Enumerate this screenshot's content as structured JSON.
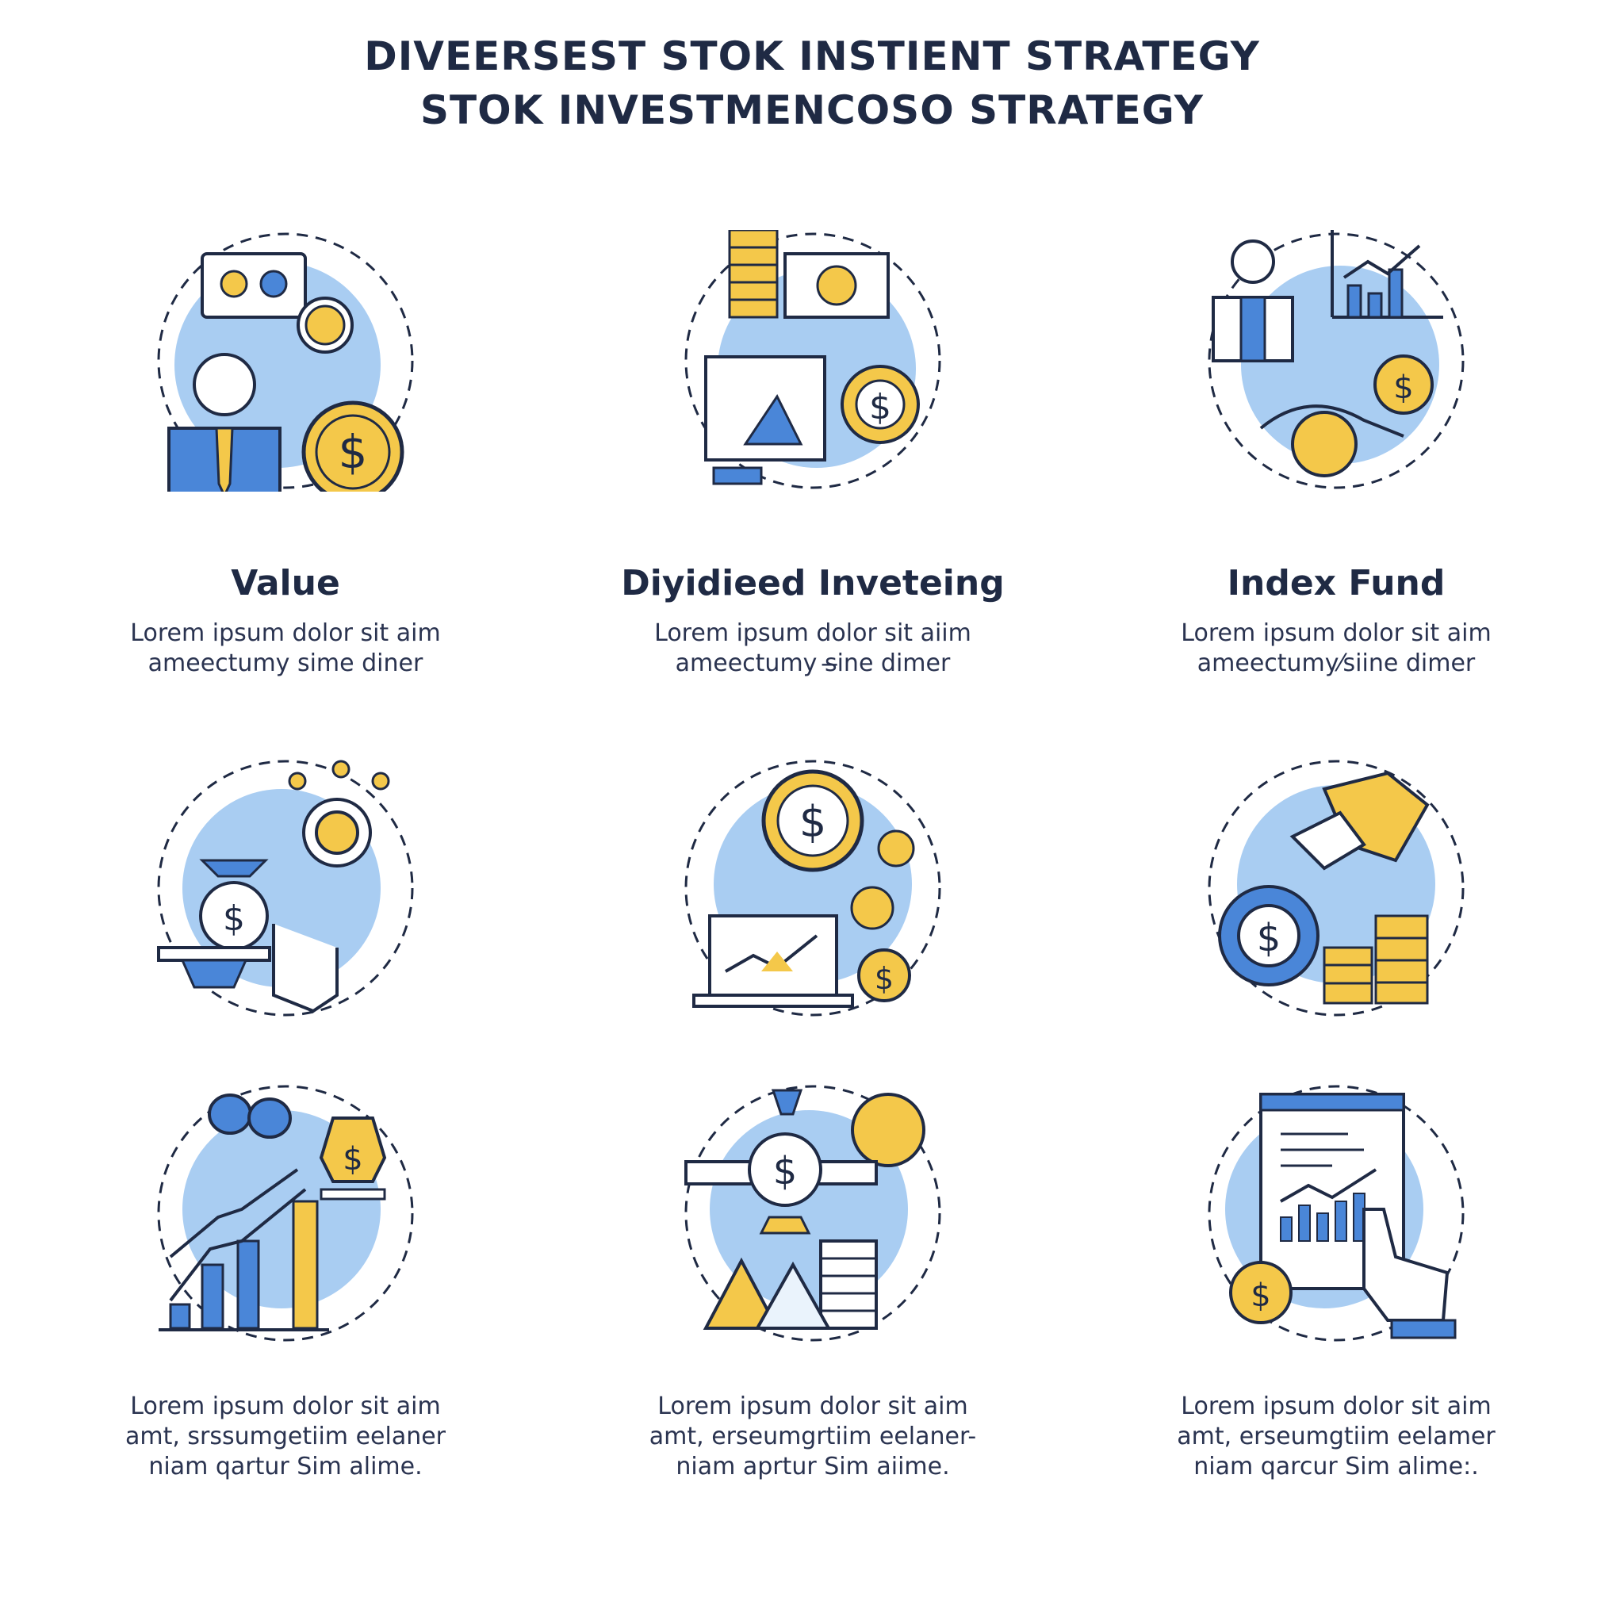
{
  "header": {
    "title_line1": "DIVEERSEST STOK INSTIENT STRATEGY",
    "title_line2": "STOK INVESTMENCOSO STRATEGY"
  },
  "colors": {
    "navy": "#1f2a44",
    "blue": "#4a86d8",
    "light_blue": "#a9cdf2",
    "yellow": "#f4c84a"
  },
  "cards": [
    {
      "icon": "value-businessman-icon",
      "heading": "Value",
      "lines": [
        "Lorem ipsum dolor sit aim",
        "ameectumy sime diner"
      ]
    },
    {
      "icon": "dividend-coins-gear-icon",
      "heading": "Diyidieed Inveteing",
      "lines": [
        "Lorem ipsum dolor sit aiim",
        "ameectumy s̶ine dimer"
      ]
    },
    {
      "icon": "index-fund-chart-icon",
      "heading": "Index Fund",
      "lines": [
        "Lorem ipsum dolor sit aim",
        "ameectumy⁄siine dimer"
      ]
    },
    {
      "icon": "money-bag-target-icon",
      "heading": "",
      "lines": []
    },
    {
      "icon": "laptop-growth-coins-icon",
      "heading": "",
      "lines": []
    },
    {
      "icon": "handshake-gear-coins-icon",
      "heading": "",
      "lines": []
    },
    {
      "icon": "bar-chart-growth-icon",
      "heading": "",
      "lines": [
        "Lorem ipsum dolor sit aim",
        "amt, srssumgetiim eelaner",
        "niam qartur Sim alime."
      ]
    },
    {
      "icon": "coin-balance-mountain-icon",
      "heading": "",
      "lines": [
        "Lorem ipsum dolor sit aim",
        "amt, erseumgrtiim eelaner-",
        "niam aprtur Sim aiime."
      ]
    },
    {
      "icon": "report-touch-coin-icon",
      "heading": "",
      "lines": [
        "Lorem ipsum dolor sit aim",
        "amt, erseumgtiim eelamer",
        "niam qarcur Sim alime:."
      ]
    }
  ]
}
